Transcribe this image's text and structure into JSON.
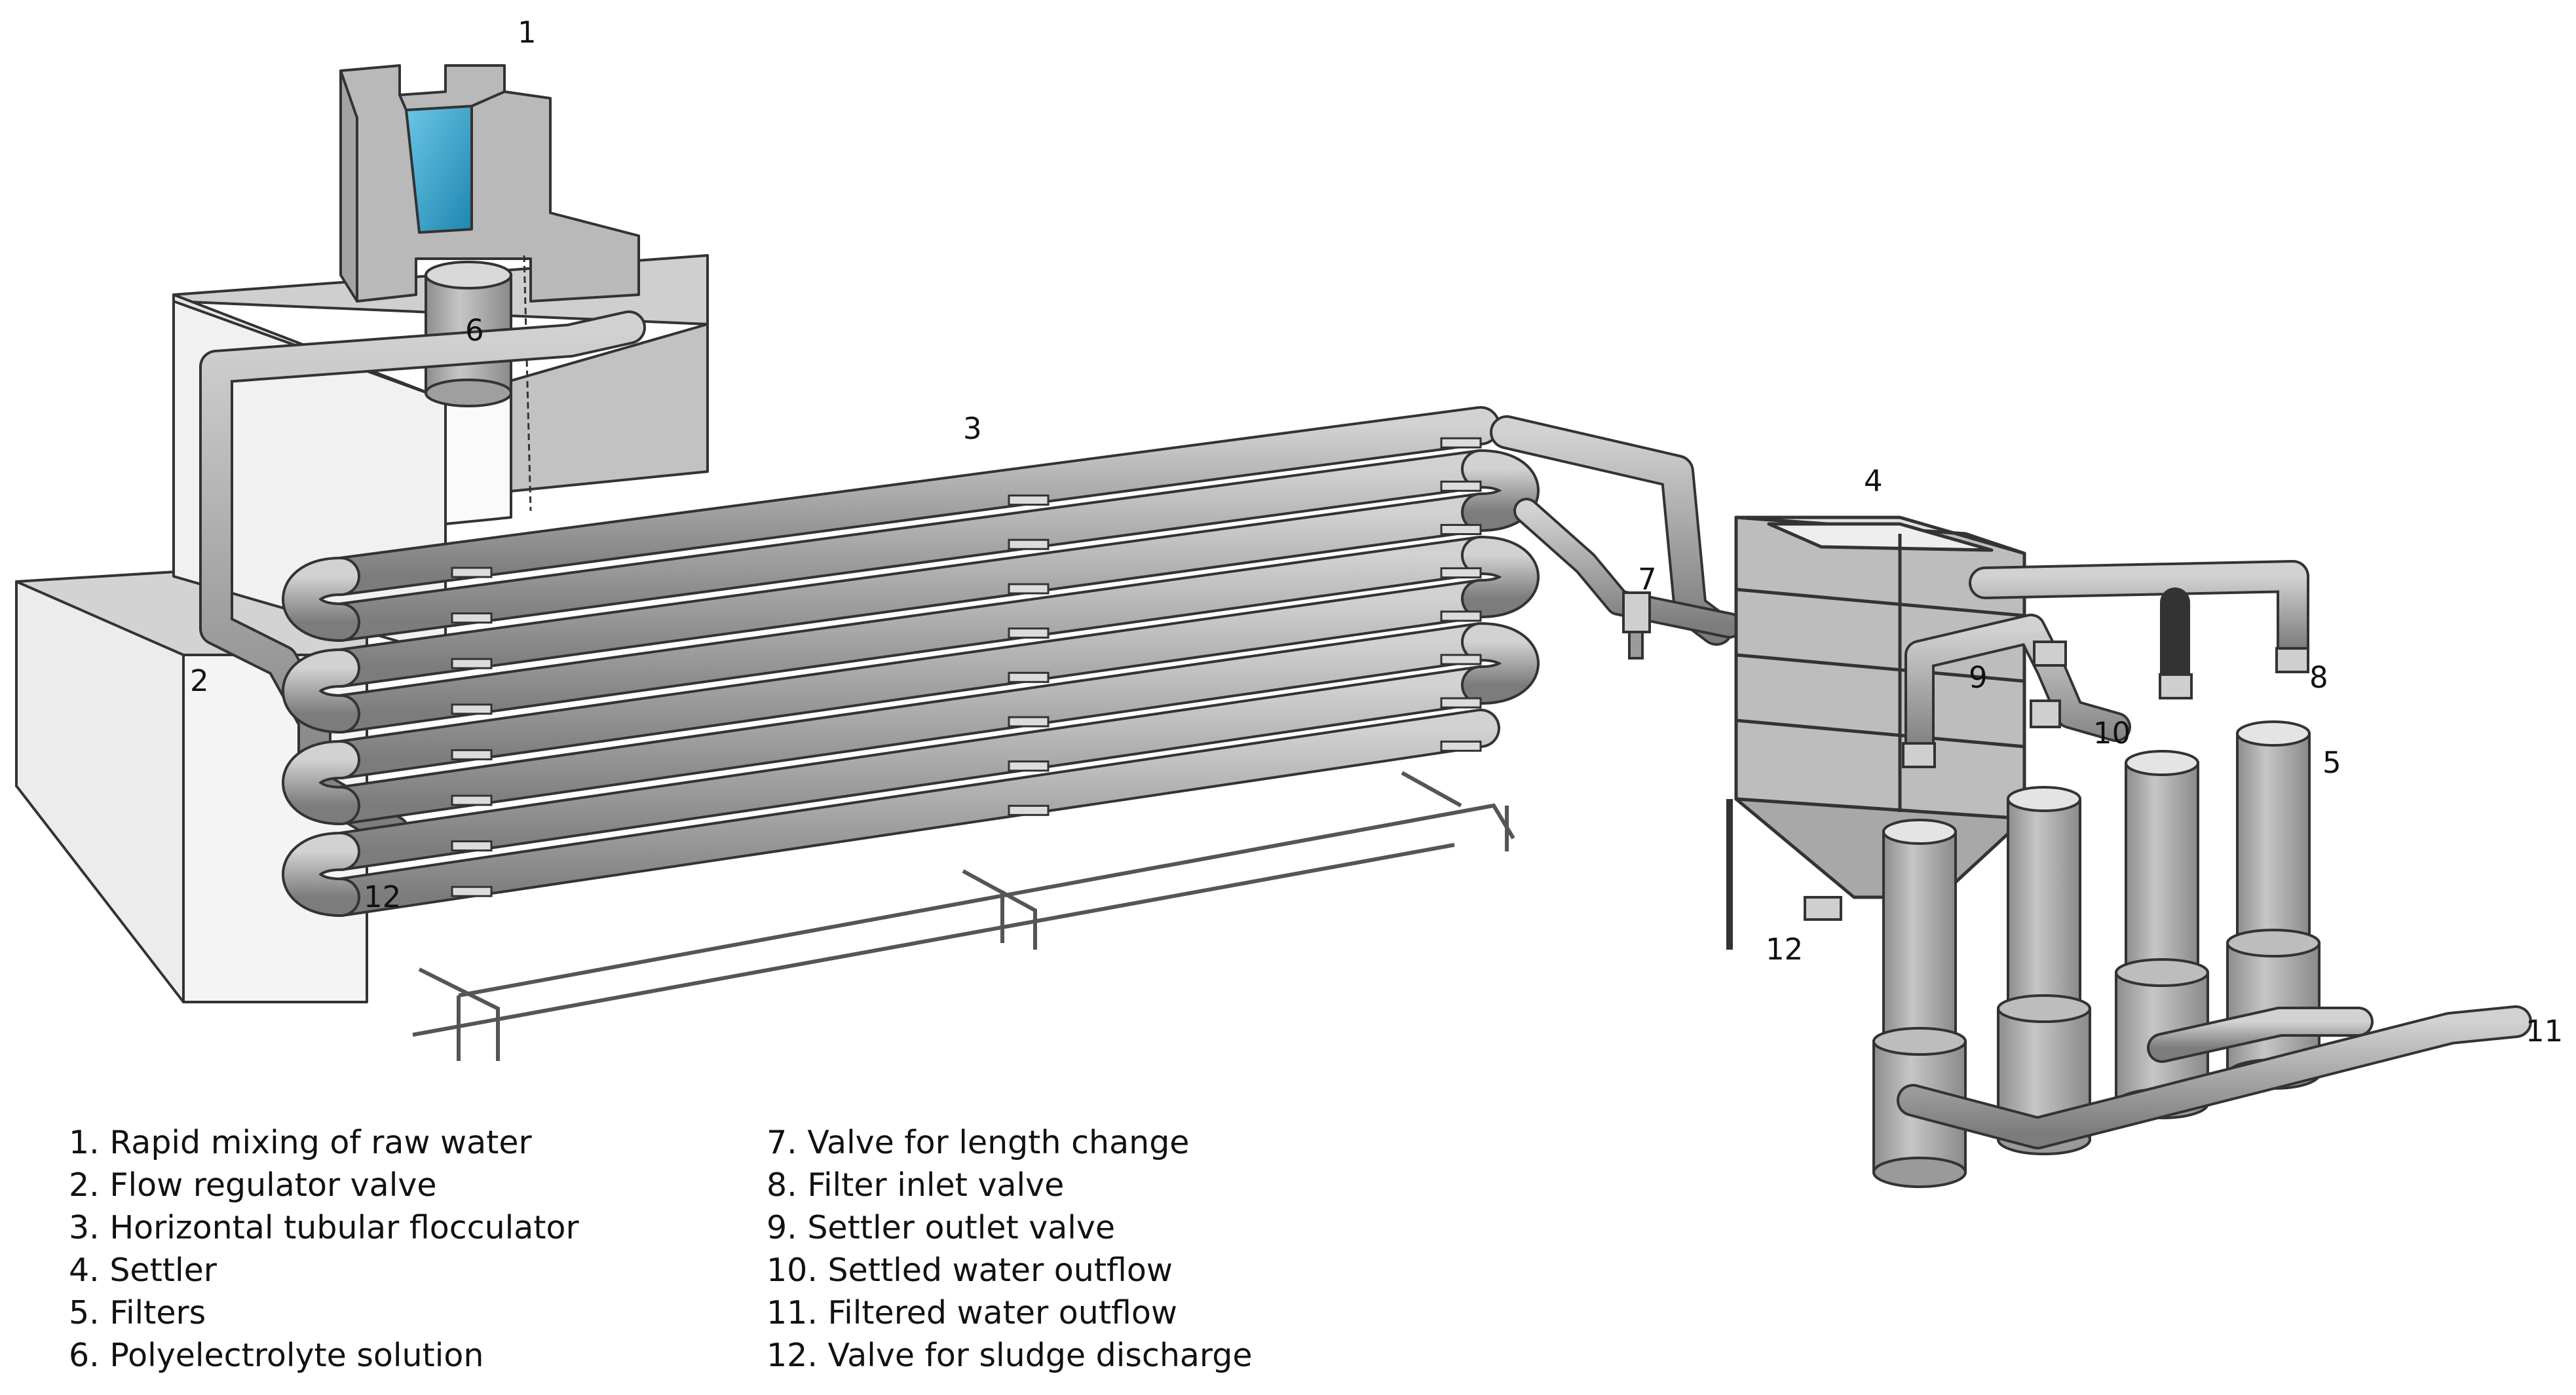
{
  "callouts": {
    "n1": "1",
    "n2": "2",
    "n3": "3",
    "n4": "4",
    "n5": "5",
    "n6": "6",
    "n7": "7",
    "n8": "8",
    "n9": "9",
    "n10": "10",
    "n11": "11",
    "n12a": "12",
    "n12b": "12"
  },
  "legend_left": [
    "1. Rapid mixing of raw water",
    "2. Flow regulator valve",
    "3. Horizontal tubular flocculator",
    "4. Settler",
    "5. Filters",
    "6. Polyelectrolyte solution"
  ],
  "legend_right": [
    "7. Valve for length change",
    "8. Filter inlet valve",
    "9. Settler outlet valve",
    "10. Settled water outflow",
    "11. Filtered water outflow",
    "12. Valve for sludge discharge"
  ],
  "colors": {
    "pipe": "#a9a9a9",
    "block_top": "#d4d4d4",
    "block_face": "#f0f0f0",
    "water": "#3aa3c8"
  }
}
